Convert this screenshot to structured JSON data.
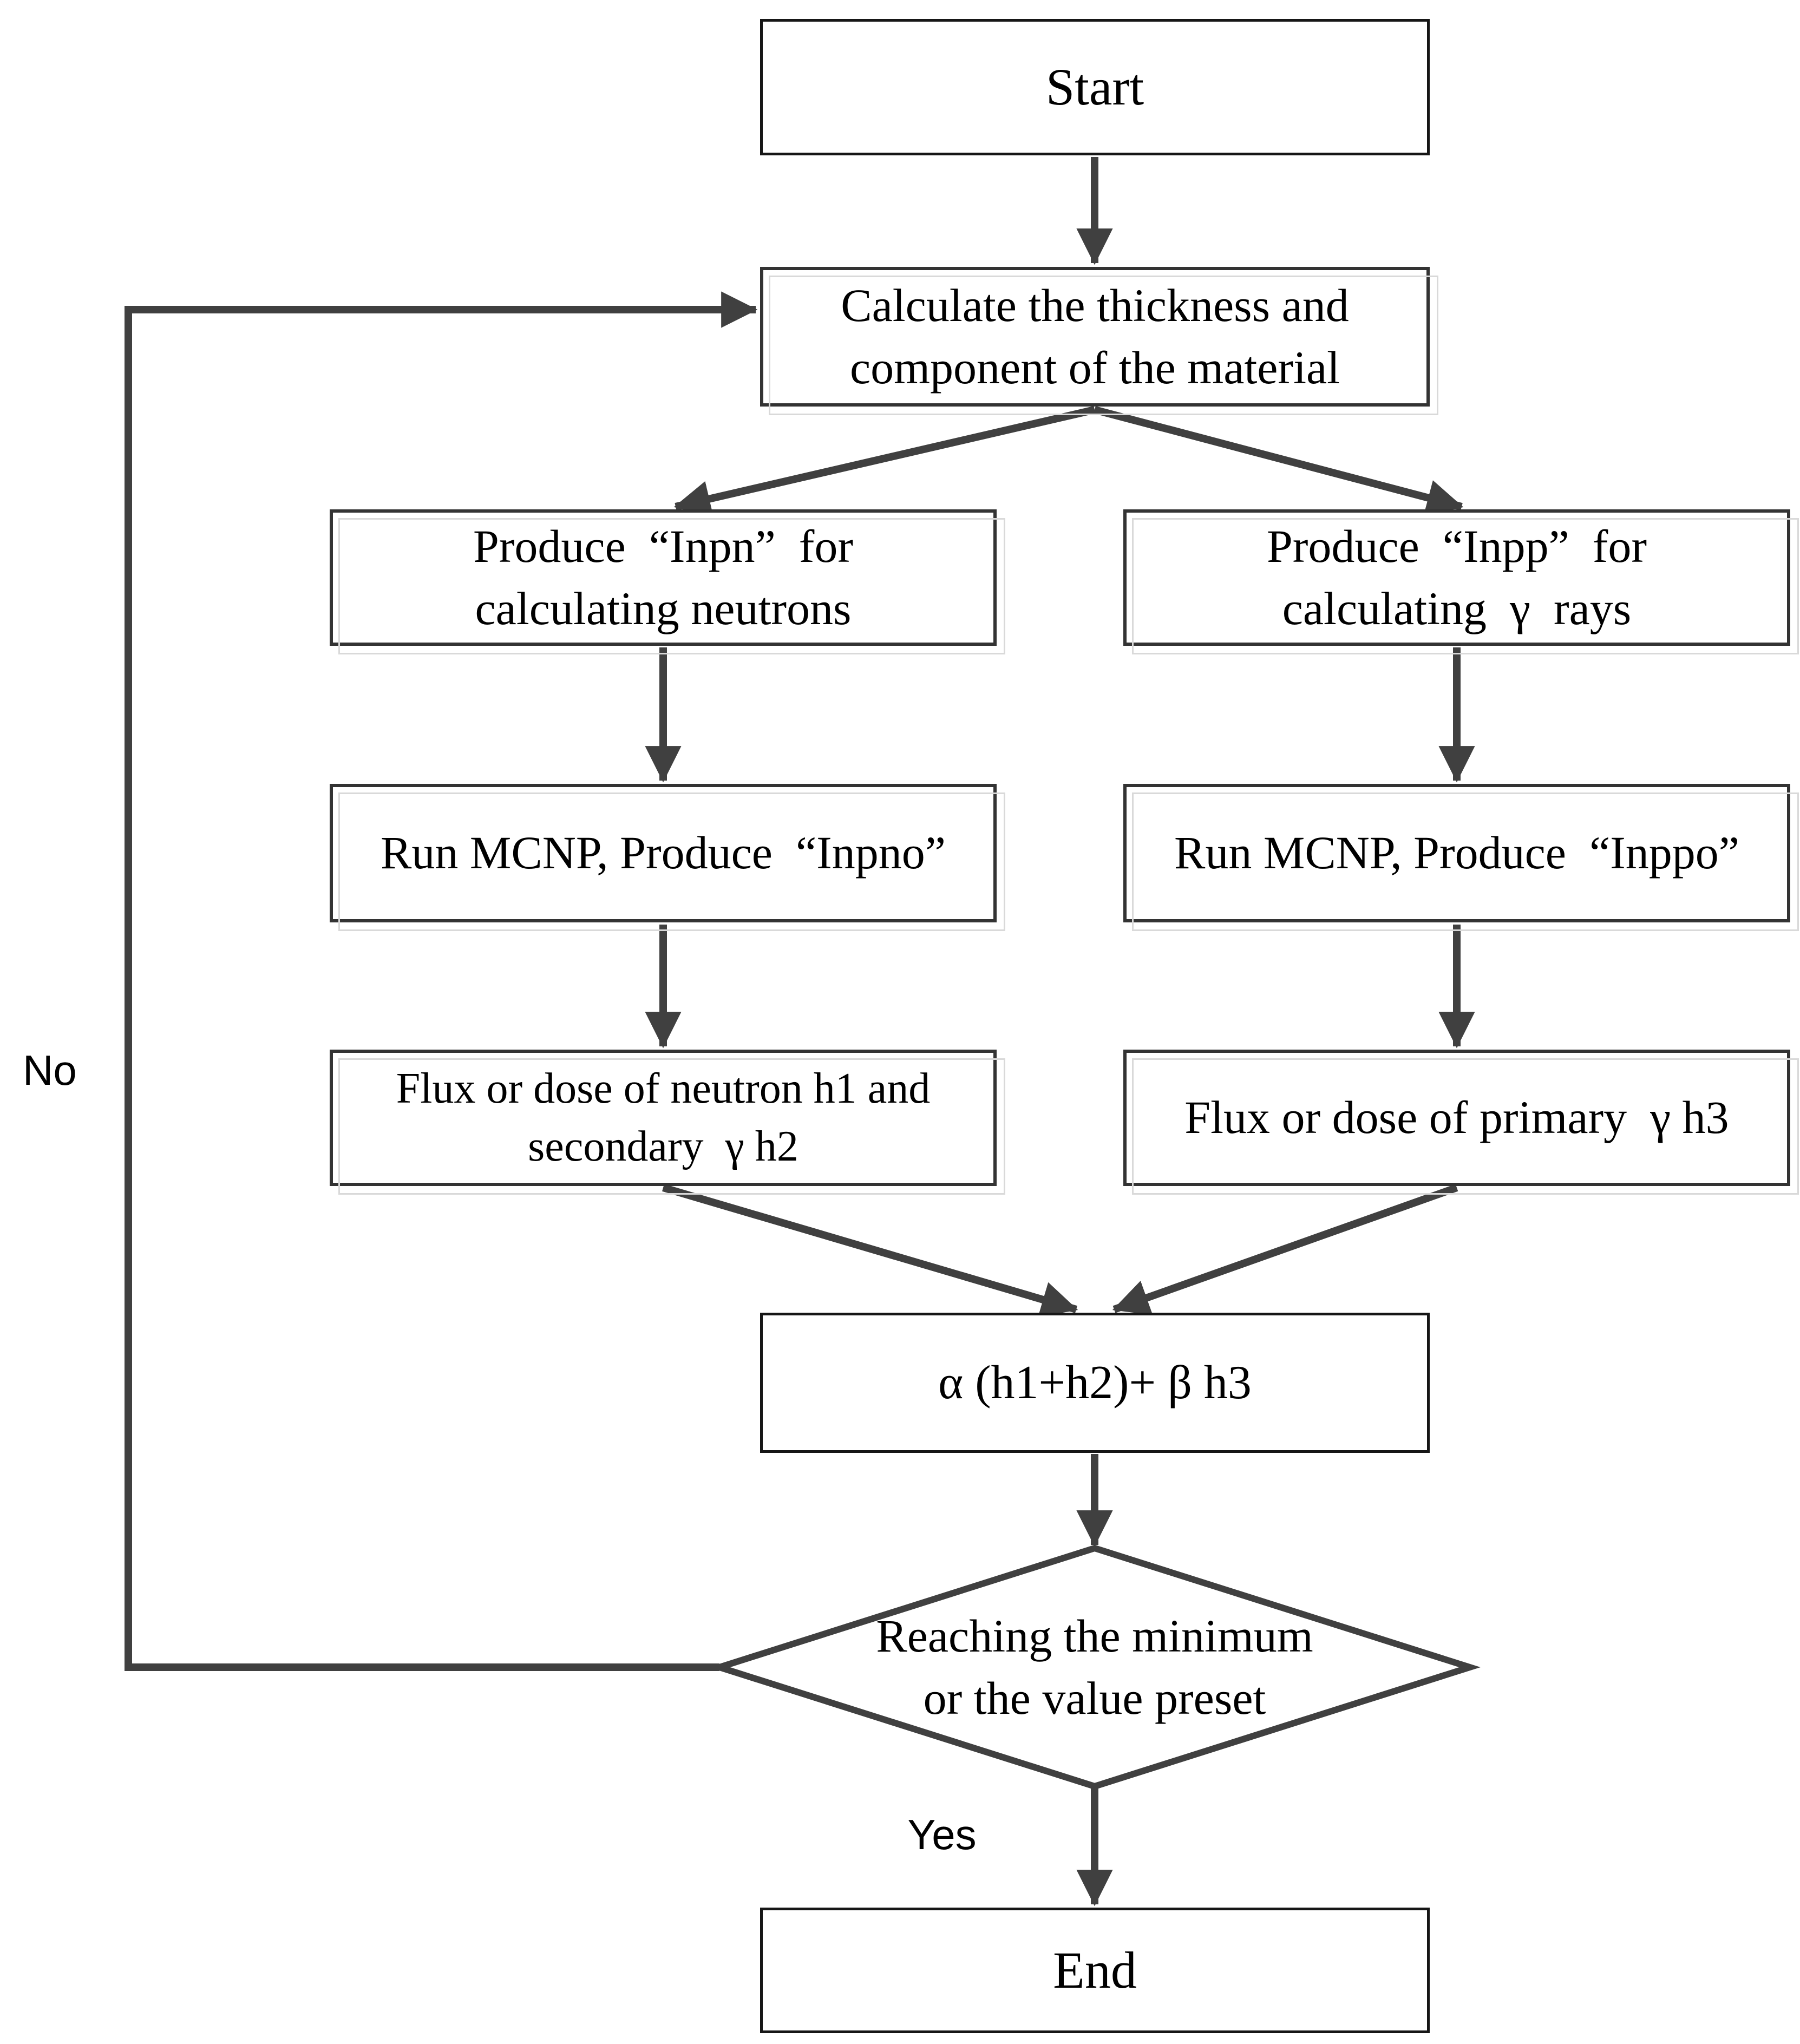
{
  "colors": {
    "line": "#404040",
    "border_plain": "#161616",
    "border_shadowed": "#333333",
    "shadow_light": "#d9d9d9",
    "text": "#000000",
    "bg": "#ffffff"
  },
  "nodes": {
    "start": {
      "label": "Start"
    },
    "calculate": {
      "label": "Calculate the thickness and\ncomponent of the material"
    },
    "produce_inpn": {
      "label": "Produce  “Inpn”  for\ncalculating neutrons"
    },
    "produce_inpp": {
      "label": "Produce  “Inpp”  for\ncalculating  γ  rays"
    },
    "run_mcnp_inpno": {
      "label": "Run MCNP, Produce  “Inpno”"
    },
    "run_mcnp_inppo": {
      "label": "Run MCNP, Produce  “Inppo”"
    },
    "flux_neutron": {
      "label": "Flux or dose of neutron h1 and\nsecondary  γ h2"
    },
    "flux_primary": {
      "label": "Flux or dose of primary  γ h3"
    },
    "formula": {
      "label": "α (h1+h2)+ β h3"
    },
    "decision": {
      "label": "Reaching the minimum\nor the value preset"
    },
    "end": {
      "label": "End"
    }
  },
  "edge_labels": {
    "yes": "Yes",
    "no": "No"
  }
}
